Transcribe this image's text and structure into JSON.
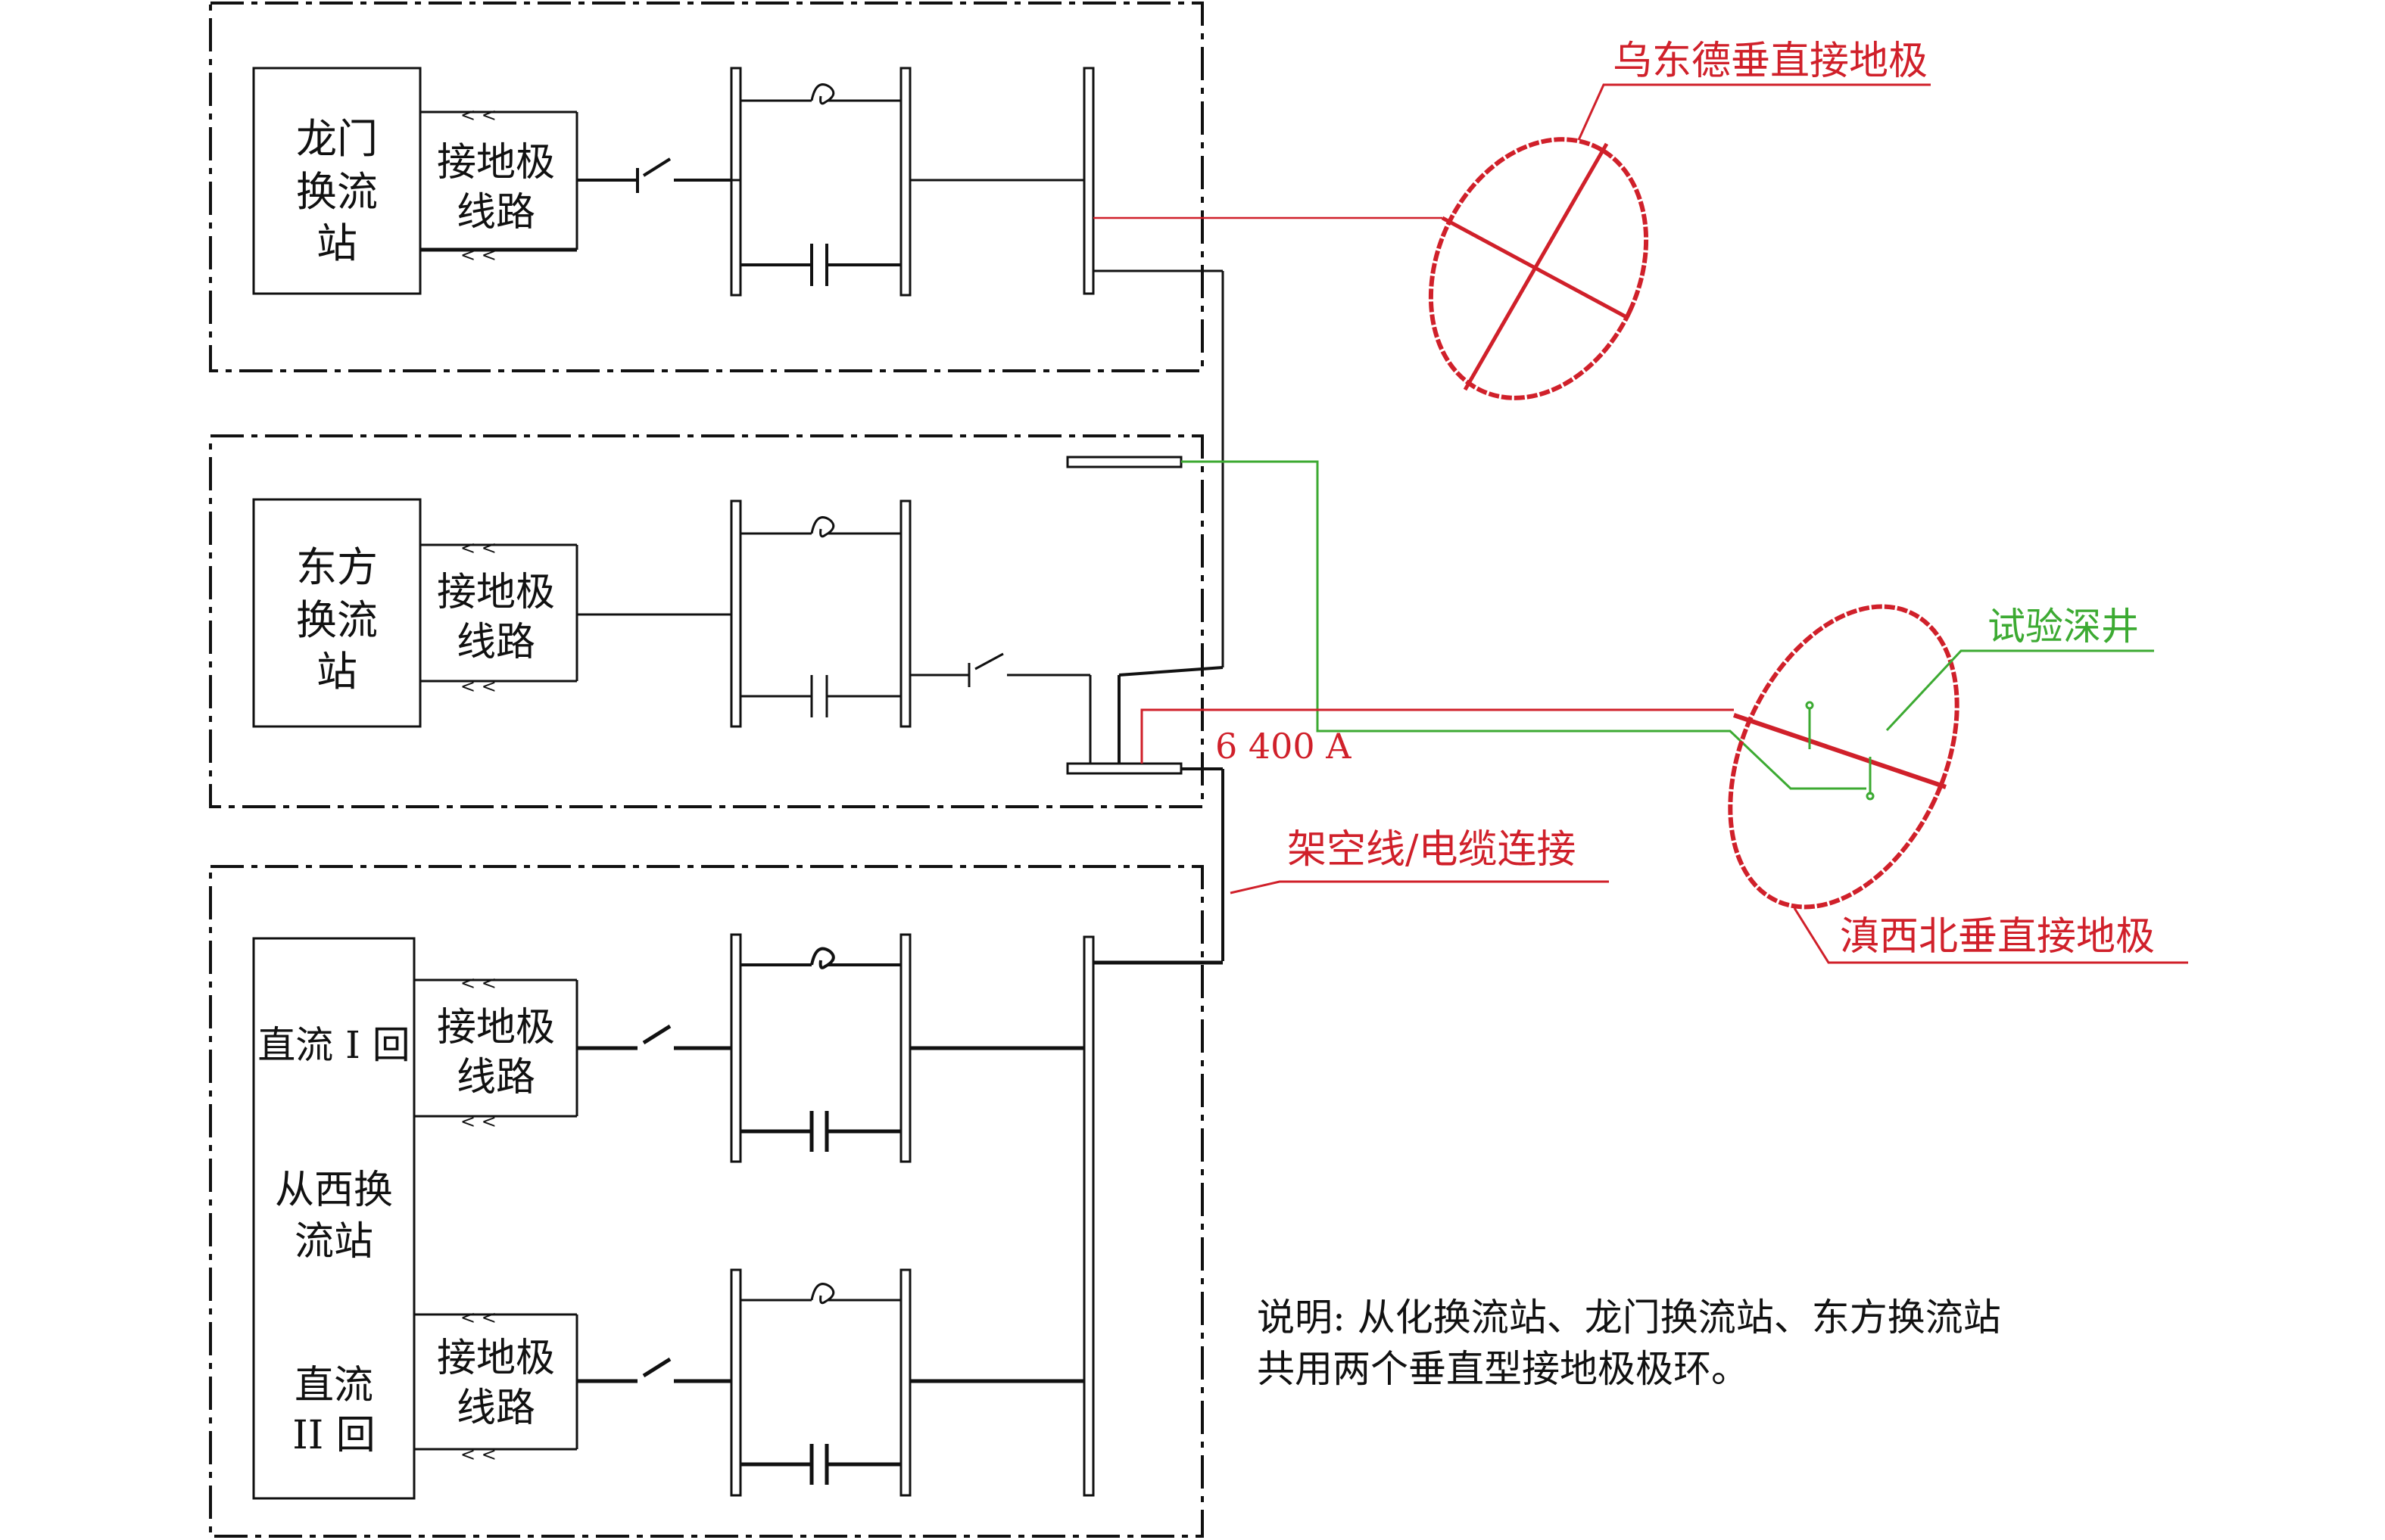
{
  "colors": {
    "black": "#111111",
    "red": "#d0202a",
    "green": "#3caa32"
  },
  "stations": {
    "longmen": {
      "line1": "龙门",
      "line2": "换流",
      "line3": "站",
      "ground_line1": "接地极",
      "ground_line2": "线路"
    },
    "dongfang": {
      "line1": "东方",
      "line2": "换流",
      "line3": "站",
      "ground_line1": "接地极",
      "ground_line2": "线路"
    },
    "conghua": {
      "dc1_label": "直流 I 回",
      "name_line1": "从西换",
      "name_line2": "流站",
      "dc2_line1": "直流",
      "dc2_line2": "II 回",
      "ground1_line1": "接地极",
      "ground1_line2": "线路",
      "ground2_line1": "接地极",
      "ground2_line2": "线路"
    }
  },
  "labels": {
    "wudongde": "乌东德垂直接地极",
    "test_well": "试验深井",
    "dianxibei": "滇西北垂直接地极",
    "current": "6 400 A",
    "overhead": "架空线/电缆连接"
  },
  "note": {
    "line1": "说明: 从化换流站、龙门换流站、东方换流站",
    "line2": "共用两个垂直型接地极极环。"
  }
}
